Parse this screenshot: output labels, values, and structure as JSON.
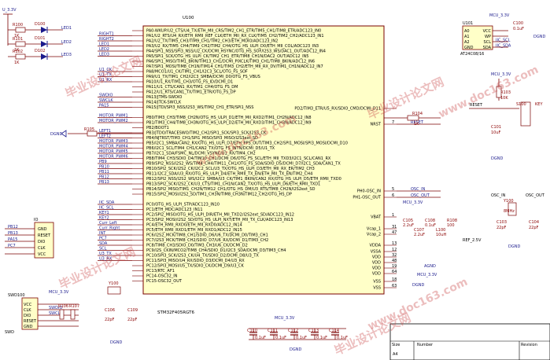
{
  "mcu": {
    "designator": "U100",
    "part": "STM32F405RGT6",
    "left_pins": [
      {
        "net": "",
        "num": "",
        "name": "PA0-WKUP/U2_CTS/U4_TX/ETH_MII_CRS/TIM2_CH1_ETR/TIM5_CH1/TIM8_ETR/ADC123_IN0"
      },
      {
        "net": "RIGHT1",
        "num": "",
        "name": "PA1/U2_RTS/U4_RX/ETH_RMII_REF_CLK/ETH_MII_RX_CLK/TIM5_CH2/TIM2_CH2/ADC123_IN1"
      },
      {
        "net": "RIGHT2",
        "num": "",
        "name": "PA2/U2_TX/TIM5_CH3/TIM9_CH1/TIM2_CH3/ETH_MDIO/ADC123_IN2"
      },
      {
        "net": "LED1",
        "num": "",
        "name": "PA3/U2_RX/TIM5_CH4/TIM9_CH2/TIM2_CH4/OTG_HS_ULPI_D0/ETH_MII_COL/ADC123_IN3"
      },
      {
        "net": "LED2",
        "num": "",
        "name": "PA4/SPI1_NSS/SPI3_NSS/U2_CK/DCMI_HSYNC/OTG_HS_SOF/I2S3_WS/DAC1_OUT/ADC12_IN4"
      },
      {
        "net": "LED3",
        "num": "",
        "name": "PA5/SPI1_SCK/OTG_HS_ULPI_CK/TIM2_CH1_ETR/TIM8_CH1N/DAC2_OUT/ADC12_IN5"
      },
      {
        "net": "",
        "num": "",
        "name": "PA6/SPI1_MISO/TIM1_BKIN/TIM13_CH1/DCMI_PIXCLK/TIM3_CH1/TIM8_BKIN/ADC12_IN6"
      },
      {
        "net": "",
        "num": "",
        "name": "PA7/SPI1_MOSI/TIM8_CH1N/TIM14_CH1/TIM3_CH2/ETH_MII_RX_DV/TIM1_CH1N/ADC12_IN7"
      },
      {
        "net": "U1_CK",
        "num": "",
        "name": "PA8/MCO1/U1_CK/TIM1_CH1/I2C3_SCL/OTG_FS_SOF"
      },
      {
        "net": "U1_TX",
        "num": "",
        "name": "PA9/U1_TX/TIM1_CH2/I2C3_SMBA/DCMI_D0/OTG_FS_VBUS"
      },
      {
        "net": "U1_RX",
        "num": "",
        "name": "PA10/U1_RX/TIM1_CH3/OTG_FS_ID/DCMI_D1"
      },
      {
        "net": "",
        "num": "",
        "name": "PA11/U1_CTS/CAN1_RX/TIM1_CH4/OTG_FS_DM"
      },
      {
        "net": "",
        "num": "",
        "name": "PA12/U1_RTS/CAN1_TX/TIM1_ETR/OTG_FS_DP"
      },
      {
        "net": "SWDIO",
        "num": "",
        "name": "PA13/JTMS-SWDIO"
      },
      {
        "net": "SWCLK",
        "num": "",
        "name": "PA14/JTCK-SWCLK"
      },
      {
        "net": "PA15",
        "num": "",
        "name": "PA15/JTDI/SPI3_NSS/I2S3_WS/TIM2_CH1_ETR/SPI1_NSS"
      },
      {
        "net": "",
        "num": "",
        "name": ""
      },
      {
        "net": "MOTOR_PWM1",
        "num": "",
        "name": "PB0/TIM3_CH3/TIM8_CH2N/OTG_HS_ULPI_D1/ETH_MII_RXD2/TIM1_CH2N/ADC12_IN8"
      },
      {
        "net": "MOTOR_PWM2",
        "num": "",
        "name": "PB1/TIM3_CH4/TIM8_CH3N/OTG_HS_ULPI_D2/ETH_MII_RXD3/TIM1_CH3N/ADC12_IN9"
      },
      {
        "net": "",
        "num": "",
        "name": "PB2/BOOT1"
      },
      {
        "net": "LEFT1",
        "num": "",
        "name": "PB3/JTDO/TRACESWO/TIM2_CH2/SPI1_SCK/SPI3_SCK/I2S3_CK"
      },
      {
        "net": "LEFT2",
        "num": "",
        "name": "PB4/NJTRST/TIM3_CH1/SPI1_MISO/SPI3_MISO/I2S3ext_SD"
      },
      {
        "net": "MOTOR_PWM3",
        "num": "",
        "name": "PB5/I2C1_SMBA/CAN2_RX/OTG_HS_ULPI_D7/ETH_PPS_OUT/TIM3_CH2/SPI1_MOSI/SPI3_MOSI/DCMI_D10"
      },
      {
        "net": "MOTOR_PWM4",
        "num": "",
        "name": "PB6/I2C1_SCL/TIM4_CH1/CAN2_TX/OTG_FS_INTN/DCMI_D5/U1_TX"
      },
      {
        "net": "MOTOR_PWM5",
        "num": "",
        "name": "PB7/I2C1_SDA/FSMC_NL/DCMI_VSYNC/U1_RX/TIM4_CH2"
      },
      {
        "net": "MOTOR_PWM6",
        "num": "",
        "name": "PB8/TIM4_CH3/SDIO_D4/TIM10_CH1/DCMI_D6/OTG_FS_SCL/ETH_MII_TXD3/I2C1_SCL/CAN1_RX"
      },
      {
        "net": "PB9",
        "num": "",
        "name": "PB9/SPI2_NSS/I2S2_WS/TIM4_CH4/TIM11_CH1/OTG_FS_SDA/SDIO_D5/DCMI_D7/I2C1_SDA/CAN1_TX"
      },
      {
        "net": "PB10",
        "num": "",
        "name": "PB10/SPI2_SCK/I2S2_CK/I2C2_SCL/U3_TX/OTG_HS_ULPI_D3/ETH_MII_RX_ER/TIM2_CH3"
      },
      {
        "net": "PB11",
        "num": "",
        "name": "PB11/I2C2_SDA/U3_RX/OTG_HS_ULPI_D4/ETH_RMII_TX_EN/ETH_MII_TX_EN/TIM2_CH4"
      },
      {
        "net": "PB12",
        "num": "",
        "name": "PB12/SPI2_NSS/I2S2_WS/I2C2_SMBA/U3_CK/TIM1_BKIN/CAN2_RX/OTG_HS_ULPI_D5/ETH_RMII_TXD0"
      },
      {
        "net": "PB13",
        "num": "",
        "name": "PB13/SPI2_SCK/I2S2_CK/U3_CTS/TIM1_CH1N/CAN2_TX/OTG_HS_ULPI_D6/ETH_RMII_TXD1"
      },
      {
        "net": "",
        "num": "",
        "name": "PB14/SPI2_MISO/TIM1_CH2N/TIM12_CH1/OTG_HS_DM/U3_RTS/TIM8_CH2N/I2S2ext_SD"
      },
      {
        "net": "",
        "num": "",
        "name": "PB15/SPI2_MOSI/I2S2_SD/TIM1_CH3N/TIM8_CH3N/TIM12_CH2/OTG_HS_DP"
      },
      {
        "net": "",
        "num": "",
        "name": ""
      },
      {
        "net": "IIC_SDA",
        "num": "",
        "name": "PC0/OTG_HS_ULPI_STP/ADC123_IN10"
      },
      {
        "net": "IIC_SCL",
        "num": "",
        "name": "PC1/ETH_MDC/ADC123_IN11"
      },
      {
        "net": "KEY1",
        "num": "",
        "name": "PC2/SPI2_MISO/OTG_HS_ULPI_DIR/ETH_MII_TXD2/I2S2ext_SD/ADC123_IN12"
      },
      {
        "net": "KEY2",
        "num": "",
        "name": "PC3/SPI2_MOSI/I2S2_SD/OTG_HS_ULPI_NXT/ETH_MII_TX_CLK/ADC123_IN13"
      },
      {
        "net": "Curr_Left",
        "num": "",
        "name": "PC4/ETH_RMII_RXD0/ETH_MII_RXD0/ADC12_IN14"
      },
      {
        "net": "Curr_Right",
        "num": "",
        "name": "PC5/ETH_RMII_RXD1/ETH_MII_RXD1/ADC12_IN15"
      },
      {
        "net": "INT",
        "num": "",
        "name": "PC6/I2S2_MCK/TIM8_CH1/SDIO_D6/U6_TX/DCMI_D0/TIM3_CH1"
      },
      {
        "net": "PC7",
        "num": "",
        "name": "PC7/I2S3_MCK/TIM8_CH2/SDIO_D7/U6_RX/DCMI_D1/TIM3_CH2"
      },
      {
        "net": "SDA",
        "num": "",
        "name": "PC8/TIM8_CH3/SDIO_D0/TIM3_CH3/U6_CK/DCMI_D2"
      },
      {
        "net": "SCL",
        "num": "",
        "name": "PC9/I2S_CKIN/MCO2/TIM8_CH4/SDIO_D1/I2C3_SDA/DCMI_D3/TIM3_CH4"
      },
      {
        "net": "U3_TX",
        "num": "",
        "name": "PC10/SPI3_SCK/I2S3_CK/U4_TX/SDIO_D2/DCMI_D8/U3_TX"
      },
      {
        "net": "U3_RX",
        "num": "",
        "name": "PC11/SPI3_MISO/U4_RX/SDIO_D3/DCMI_D4/U3_RX"
      },
      {
        "net": "",
        "num": "",
        "name": "PC12/SPI3_MOSI/U5_TX/SDIO_CK/DCMI_D9/U3_CK"
      },
      {
        "net": "",
        "num": "",
        "name": "PC13/RTC_AF1"
      },
      {
        "net": "",
        "num": "",
        "name": "PC14-OSC32_IN"
      },
      {
        "net": "",
        "num": "",
        "name": "PC15-OSC32_OUT"
      }
    ],
    "right_pins": [
      {
        "name": "PD2/TIM3_ETR/U5_RX/SDIO_CMD/DCMI_D11",
        "net": "",
        "num": ""
      },
      {
        "name": "NRST",
        "net": "RESET",
        "num": "7"
      },
      {
        "name": "PH0-OSC_IN",
        "net": "OSC_IN",
        "num": "5"
      },
      {
        "name": "PH1-OSC_OUT",
        "net": "OSC_OUT",
        "num": "6"
      },
      {
        "name": "VBAT",
        "net": "",
        "num": "1"
      },
      {
        "name": "Vcap_1",
        "net": "",
        "num": "31"
      },
      {
        "name": "Vcap_2",
        "net": "",
        "num": "47"
      },
      {
        "name": "VDDA",
        "net": "",
        "num": "13"
      },
      {
        "name": "VSSA",
        "net": "",
        "num": "12"
      },
      {
        "name": "VDD",
        "net": "",
        "num": "32"
      },
      {
        "name": "VDD",
        "net": "",
        "num": "48"
      },
      {
        "name": "VDD",
        "net": "",
        "num": "19"
      },
      {
        "name": "VDD",
        "net": "",
        "num": "64"
      },
      {
        "name": "VSS",
        "net": "",
        "num": "18"
      },
      {
        "name": "VSS",
        "net": "",
        "num": "63"
      }
    ]
  },
  "leds": {
    "vcc": "U_3.3V",
    "title": "",
    "rows": [
      {
        "r": "R100",
        "rv": "1K",
        "d": "D100",
        "net": "LED1"
      },
      {
        "r": "R101",
        "rv": "1K",
        "d": "D101",
        "net": "LED2"
      },
      {
        "r": "R102",
        "rv": "1K",
        "d": "D102",
        "net": "LED3"
      }
    ]
  },
  "misc": {
    "r101": "R105",
    "gnd_left": "DGND"
  },
  "io": {
    "ref": "IO",
    "rows": [
      {
        "net": "PB12",
        "pin": "GND"
      },
      {
        "net": "PB13",
        "pin": "RESET"
      },
      {
        "net": "PA15",
        "pin": "DIO"
      },
      {
        "net": "PC7",
        "pin": "CLK"
      },
      {
        "net": "",
        "pin": "VCC"
      }
    ]
  },
  "swd": {
    "ref": "SWD100",
    "name": "SWD",
    "vcc": "MCU_3.3V",
    "r1": "R106",
    "r2": "R107",
    "rows": [
      {
        "pin": "VCC",
        "net": ""
      },
      {
        "pin": "CLK",
        "net": "SWDIO"
      },
      {
        "pin": "DIO",
        "net": "SWCLK"
      },
      {
        "pin": "RESET",
        "net": ""
      },
      {
        "pin": "GND",
        "net": ""
      }
    ]
  },
  "rtc": {
    "y": "Y100",
    "c1": "C106",
    "c2": "C109",
    "v1": "22pF",
    "v2": "22pF",
    "gnd": "DGND"
  },
  "decouple": {
    "vcc": "MCU_3.3V",
    "gnd": "DGND",
    "caps": [
      {
        "ref": "C110",
        "val": "0.1uF"
      },
      {
        "ref": "C111",
        "val": "0.1uF"
      },
      {
        "ref": "C112",
        "val": "0.1uF"
      },
      {
        "ref": "C113",
        "val": "0.1uF"
      },
      {
        "ref": "C114",
        "val": "0.1uF"
      }
    ]
  },
  "eeprom": {
    "ref": "U101",
    "part": "AT24C08/16",
    "vcc": "MCU_3.3V",
    "cap": "C100",
    "cap_val": "0.1uF",
    "gnd": "DGND",
    "rows": [
      {
        "l": "A0",
        "r": "VCC",
        "rn": "8"
      },
      {
        "l": "A1",
        "r": "WP",
        "rn": "7"
      },
      {
        "l": "A2",
        "r": "SCL",
        "rn": "6",
        "net": "IIC_SCL"
      },
      {
        "l": "GND",
        "r": "SDA",
        "rn": "5",
        "net": "IIC_SDA"
      }
    ]
  },
  "resetblk": {
    "vcc": "MCU_3.3V",
    "r": "R103",
    "rv": "10K",
    "net": "RESET",
    "c": "C101",
    "cv": "10uF",
    "key": "S100",
    "keyname": "KEY",
    "gnd": "DGND"
  },
  "r104": {
    "ref": "R104",
    "val": "1K"
  },
  "hse": {
    "in": "OSC_IN",
    "out": "OSC_OUT",
    "y": "Y100",
    "yv": "8MHz",
    "c1": "C103",
    "c1v": "22pF",
    "c2": "C104",
    "c2v": "22pF",
    "gnd": "DGND"
  },
  "power": {
    "vcc": "MCU_3.3V",
    "ref": "REF_2.5V",
    "agnd": "AGND",
    "mcu": "MCU_3.3V",
    "dgnd": "DGND",
    "caps": [
      {
        "ref": "C105",
        "val": "2.2uF"
      },
      {
        "ref": "C107",
        "val": "2.2uF"
      },
      {
        "ref": "C108",
        "val": "0.1uF"
      },
      {
        "ref": "L100",
        "val": "10uH"
      },
      {
        "ref": "R108",
        "val": "100"
      }
    ]
  },
  "titleblock": {
    "size": "Size",
    "number": "Number",
    "revision": "Revision",
    "size_val": "A4"
  },
  "watermark": {
    "cn": "毕业设计论文网",
    "url": "www.doc163.com"
  },
  "colors": {
    "body_fill": "#ffffc8",
    "wire": "#7a0000",
    "net": "#1a1a8c",
    "ref": "#8b0000"
  }
}
